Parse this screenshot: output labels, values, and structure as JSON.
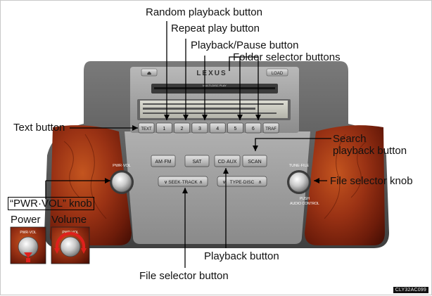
{
  "callouts": {
    "random": "Random playback button",
    "repeat": "Repeat play button",
    "playpause": "Playback/Pause button",
    "folder": "Folder selector buttons",
    "text": "Text button",
    "search": "Search playback button",
    "file_knob": "File selector knob",
    "pwr_knob": "“PWR·VOL” knob",
    "power": "Power",
    "volume": "Volume",
    "playback": "Playback button",
    "file_button": "File selector button"
  },
  "panel": {
    "brand": "LEXUS",
    "eject": "⏏",
    "load": "LOAD",
    "slot_label": "MULTI-DISC PLAY",
    "text_btn": "TEXT",
    "presets": [
      "1",
      "2",
      "3",
      "4",
      "5",
      "6"
    ],
    "traf": "TRAF",
    "am_fm": "AM·FM",
    "sat": "SAT",
    "cd_aux": "CD·AUX",
    "scan": "SCAN",
    "seek_track": "SEEK·TRACK",
    "type_disc": "TYPE·DISC",
    "pwr_vol": "PWR·VOL",
    "tune_file": "TUNE·FILE",
    "push": "PUSH",
    "audio_control": "AUDIO CONTROL"
  },
  "code": "CLY32AC099"
}
